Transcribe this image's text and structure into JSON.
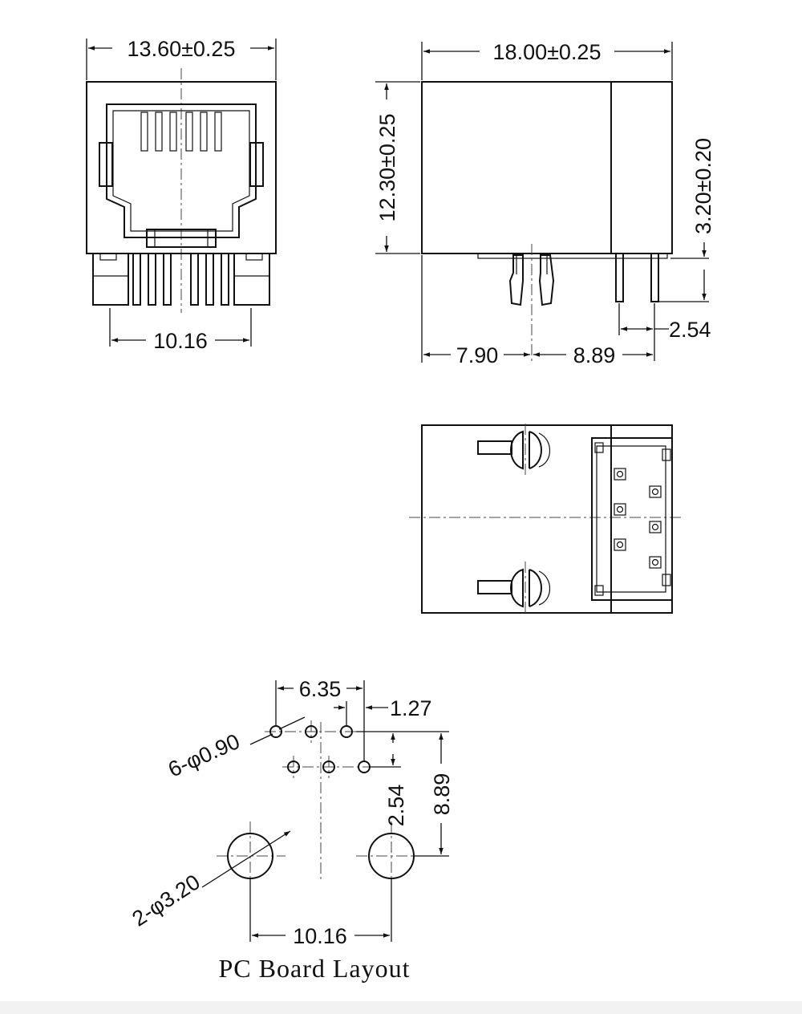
{
  "front_view": {
    "width_dim": "13.60±0.25",
    "pin_span_dim": "10.16"
  },
  "side_view": {
    "length_dim": "18.00±0.25",
    "height_dim": "12.30±0.25",
    "pin_length_dim": "3.20±0.20",
    "pin_pitch_dim": "2.54",
    "post_offset_dim": "7.90",
    "row_offset_dim": "8.89"
  },
  "pcb_layout": {
    "row_span_dim": "6.35",
    "stagger_dim": "1.27",
    "signal_hole_dim": "6-φ0.90",
    "row_pitch_dim": "2.54",
    "post_row_dim": "8.89",
    "post_hole_dim": "2-φ3.20",
    "post_span_dim": "10.16",
    "caption": "PC Board Layout"
  }
}
